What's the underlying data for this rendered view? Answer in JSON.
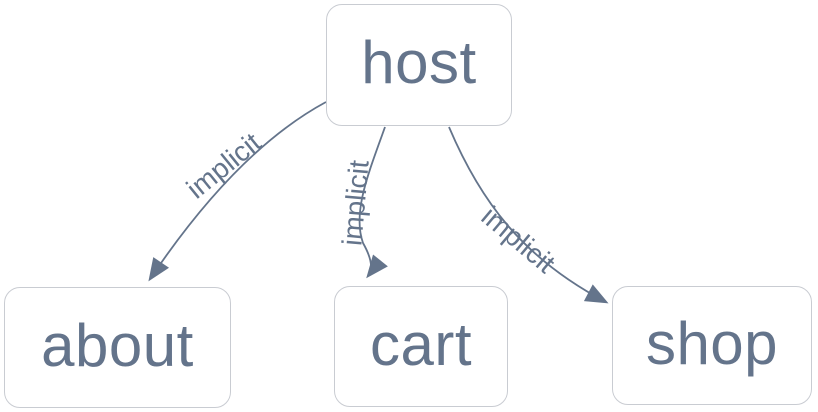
{
  "colors": {
    "background": "#ffffff",
    "node_border": "#c9ccd2",
    "node_fill": "#ffffff",
    "text_and_edges": "#64748b"
  },
  "diagram": {
    "type": "directed-graph",
    "nodes": [
      {
        "id": "host",
        "label": "host"
      },
      {
        "id": "about",
        "label": "about"
      },
      {
        "id": "cart",
        "label": "cart"
      },
      {
        "id": "shop",
        "label": "shop"
      }
    ],
    "edges": [
      {
        "from": "host",
        "to": "about",
        "label": "implicit"
      },
      {
        "from": "host",
        "to": "cart",
        "label": "implicit"
      },
      {
        "from": "host",
        "to": "shop",
        "label": "implicit"
      }
    ]
  }
}
